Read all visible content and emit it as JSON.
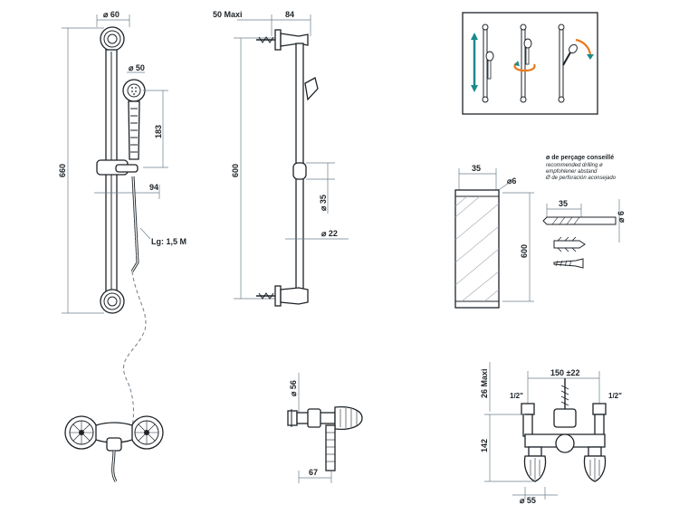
{
  "colors": {
    "ink": "#1d2328",
    "dimension_line": "#6b7f8c",
    "accent_teal": "#1a8a8a",
    "accent_orange": "#e87a1e"
  },
  "front_view": {
    "dim_top": "⌀ 60",
    "dim_height": "660",
    "dim_handshower_head": "⌀ 50",
    "dim_handshower_length": "183",
    "dim_projection": "94",
    "hose_length": "Lg: 1,5 M"
  },
  "side_view": {
    "dim_wall_max": "50 Maxi",
    "dim_depth": "84",
    "dim_center": "600",
    "dim_slider": "⌀ 35",
    "dim_bar": "⌀ 22"
  },
  "drilling": {
    "title": "ø de perçage conseillé",
    "line_en": "recommended drilling ø",
    "line_de": "empfohlener abstand",
    "line_es": "Ø de perforación aconsejado",
    "dim_width": "35",
    "dim_hole": "⌀6",
    "dim_height": "600",
    "dim_plug_length": "35",
    "dim_plug_dia": "⌀ 6"
  },
  "mixer_side": {
    "dim_height": "⌀ 56",
    "dim_depth": "67"
  },
  "mixer_dims": {
    "dim_max": "26 Maxi",
    "dim_centers": "150 ±22",
    "thread_left": "1/2\"",
    "thread_right": "1/2\"",
    "dim_height": "142",
    "dim_base": "⌀ 55"
  },
  "icons": [
    "slide-adjust-icon",
    "swivel-adjust-icon",
    "tilt-adjust-icon",
    "wall-plug-icon",
    "screw-icon"
  ]
}
